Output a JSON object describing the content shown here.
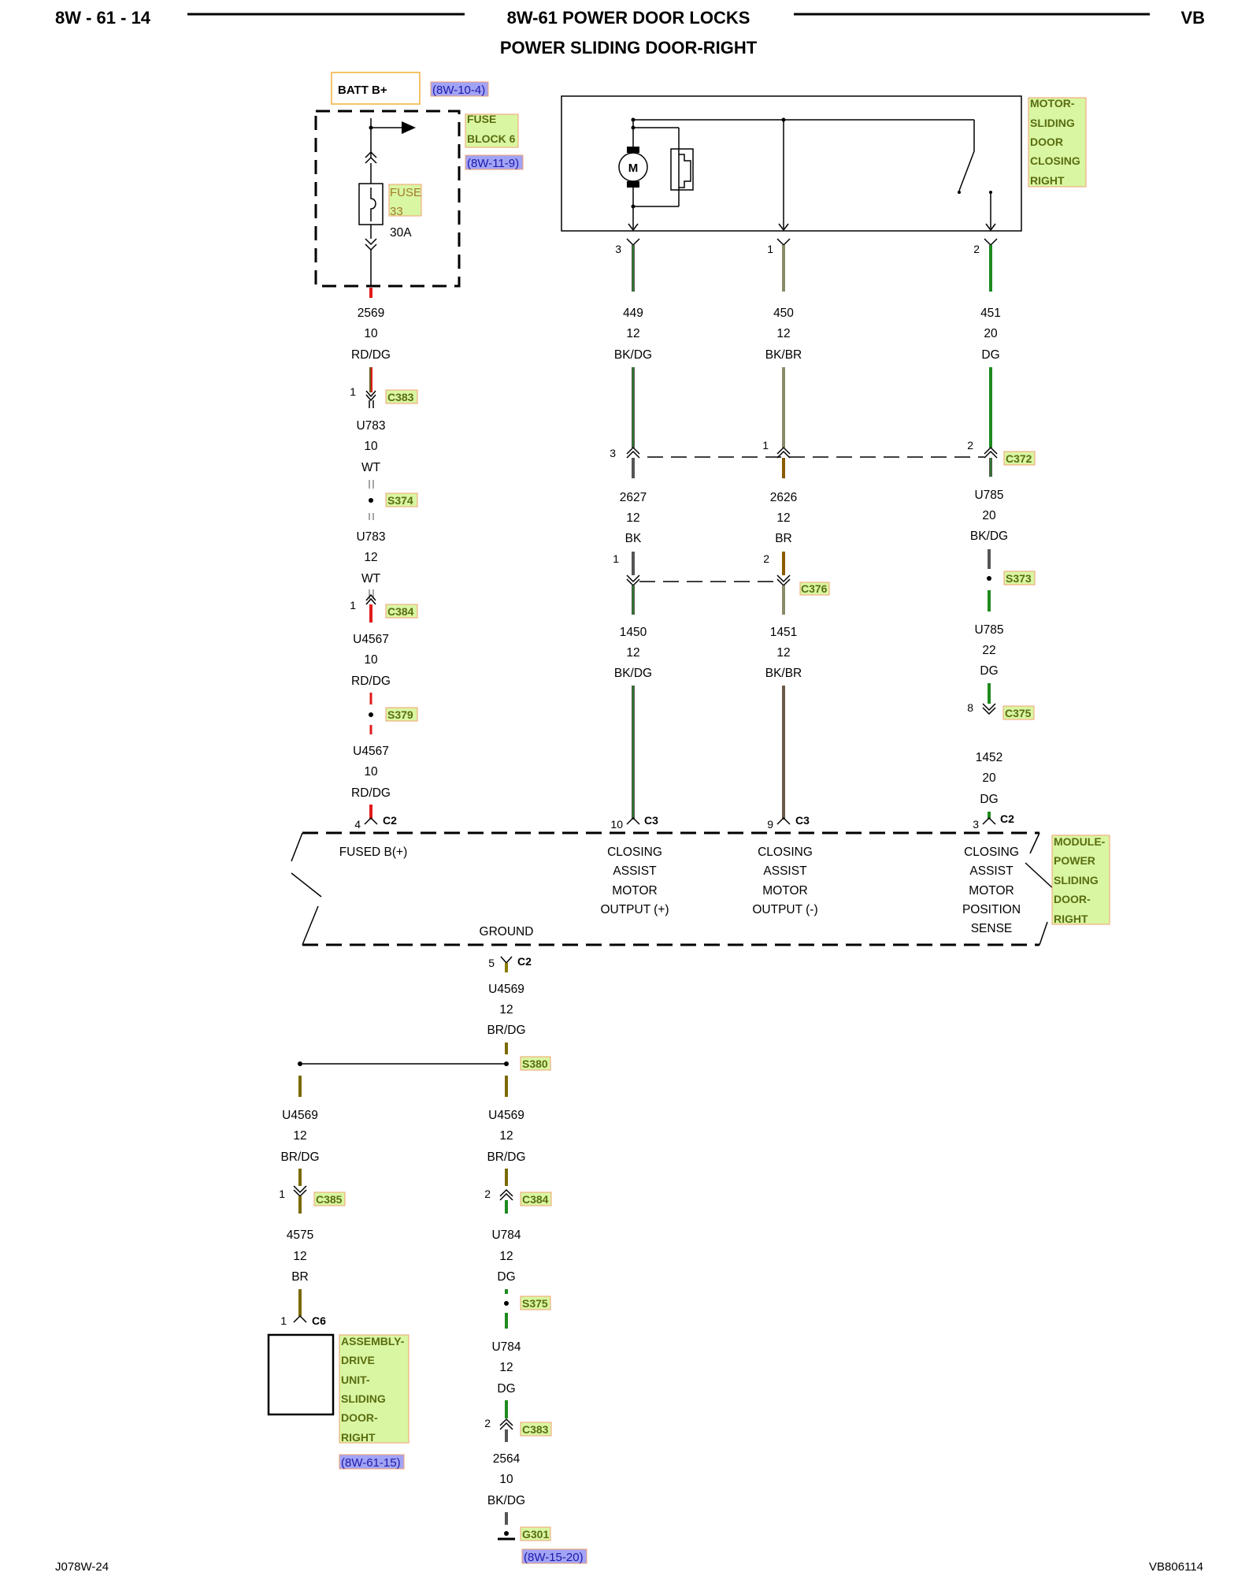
{
  "header": {
    "page_number": "8W - 61 - 14",
    "title": "8W-61 POWER DOOR LOCKS",
    "subtitle": "POWER SLIDING DOOR-RIGHT",
    "code": "VB"
  },
  "footer": {
    "left": "J078W-24",
    "right": "VB806114"
  },
  "power": {
    "batt_label": "BATT B+",
    "batt_ref": "(8W-10-4)",
    "fuse_block": [
      "FUSE",
      "BLOCK 6"
    ],
    "fuse_block_ref": "(8W-11-9)",
    "fuse": [
      "FUSE",
      "33"
    ],
    "fuse_rating": "30A"
  },
  "motor_component": [
    "MOTOR-",
    "SLIDING",
    "DOOR",
    "CLOSING",
    "RIGHT"
  ],
  "motor_symbol": "M",
  "module_component": [
    "MODULE-",
    "POWER",
    "SLIDING",
    "DOOR-",
    "RIGHT"
  ],
  "drive_component": [
    "ASSEMBLY-",
    "DRIVE",
    "UNIT-",
    "SLIDING",
    "DOOR-",
    "RIGHT"
  ],
  "drive_ref": "(8W-61-15)",
  "ground_ref": "(8W-15-20)",
  "module_pins": {
    "fused": "FUSED B(+)",
    "cam_pos": [
      "CLOSING",
      "ASSIST",
      "MOTOR",
      "OUTPUT (+)"
    ],
    "cam_neg": [
      "CLOSING",
      "ASSIST",
      "MOTOR",
      "OUTPUT (-)"
    ],
    "cam_sense": [
      "CLOSING",
      "ASSIST",
      "MOTOR",
      "POSITION",
      "SENSE"
    ],
    "ground": "GROUND"
  },
  "wire_labels": {
    "w2569": [
      "2569",
      "10",
      "RD/DG"
    ],
    "wU783a": [
      "U783",
      "10",
      "WT"
    ],
    "wU783b": [
      "U783",
      "12",
      "WT"
    ],
    "wU4567a": [
      "U4567",
      "10",
      "RD/DG"
    ],
    "wU4567b": [
      "U4567",
      "10",
      "RD/DG"
    ],
    "w449": [
      "449",
      "12",
      "BK/DG"
    ],
    "w450": [
      "450",
      "12",
      "BK/BR"
    ],
    "w451": [
      "451",
      "20",
      "DG"
    ],
    "w2627": [
      "2627",
      "12",
      "BK"
    ],
    "w2626": [
      "2626",
      "12",
      "BR"
    ],
    "wU785a": [
      "U785",
      "20",
      "BK/DG"
    ],
    "wU785b": [
      "U785",
      "22",
      "DG"
    ],
    "w1450": [
      "1450",
      "12",
      "BK/DG"
    ],
    "w1451": [
      "1451",
      "12",
      "BK/BR"
    ],
    "w1452": [
      "1452",
      "20",
      "DG"
    ],
    "wU4569a": [
      "U4569",
      "12",
      "BR/DG"
    ],
    "wU4569b": [
      "U4569",
      "12",
      "BR/DG"
    ],
    "wU4569c": [
      "U4569",
      "12",
      "BR/DG"
    ],
    "w4575": [
      "4575",
      "12",
      "BR"
    ],
    "wU784a": [
      "U784",
      "12",
      "DG"
    ],
    "wU784b": [
      "U784",
      "12",
      "DG"
    ],
    "w2564": [
      "2564",
      "10",
      "BK/DG"
    ]
  },
  "connectors": {
    "c383a": "C383",
    "c383b": "C383",
    "c384a": "C384",
    "c384b": "C384",
    "c372": "C372",
    "c376": "C376",
    "c375": "C375",
    "c385": "C385",
    "c2a": "C2",
    "c2b": "C2",
    "c2c": "C2",
    "c3a": "C3",
    "c3b": "C3",
    "c6": "C6"
  },
  "splices": {
    "s374": "S374",
    "s379": "S379",
    "s373": "S373",
    "s380": "S380",
    "s375": "S375",
    "g301": "G301"
  },
  "pins": {
    "motor3": "3",
    "motor1": "1",
    "motor2": "2",
    "c383a": "1",
    "c384a": "1",
    "c372a": "3",
    "c372b": "1",
    "c372c": "2",
    "c376a": "1",
    "c376b": "2",
    "c375": "8",
    "mod4": "4",
    "mod10": "10",
    "mod9": "9",
    "mod3": "3",
    "mod5": "5",
    "c385": "1",
    "c384b": "2",
    "c6": "1",
    "c383b": "2"
  },
  "colors": {
    "BK": "#555555",
    "DG": "#1e8a1e",
    "BR": "#8b5a00",
    "RD": "#e11b1b",
    "WT": "#777777",
    "tag_fill": "#d9f6a3",
    "tag_border": "#f2a070",
    "ref_fill": "#a3a3f5",
    "batt_border": "#f5c36a"
  }
}
